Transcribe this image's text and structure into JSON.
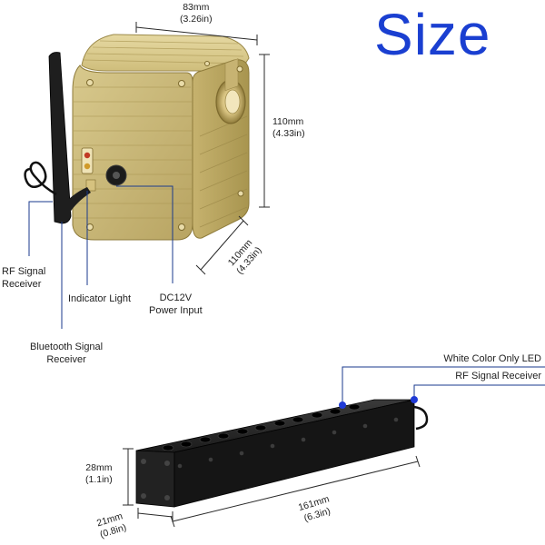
{
  "title": "Size",
  "controller": {
    "width_dim": [
      "83mm",
      "(3.26in)"
    ],
    "height_dim": [
      "110mm",
      "(4.33in)"
    ],
    "depth_dim": [
      "110mm",
      "(4.33in)"
    ],
    "callouts": {
      "rf": [
        "RF Signal",
        "Receiver"
      ],
      "indicator": "Indicator Light",
      "power": [
        "DC12V",
        "Power Input"
      ],
      "bluetooth": [
        "Bluetooth Signal",
        "Receiver"
      ]
    }
  },
  "strip": {
    "callouts": {
      "led": "White Color Only LED",
      "rf": "RF Signal Receiver"
    },
    "height_dim": [
      "28mm",
      "(1.1in)"
    ],
    "depth_dim": [
      "21mm",
      "(0.8in)"
    ],
    "length_dim": [
      "161mm",
      "(6.3in)"
    ]
  },
  "colors": {
    "title": "#1a3fd1",
    "housing": "#c9b774",
    "strip_body": "#1a1a1a",
    "callout_dot": "#1f3ad6"
  }
}
